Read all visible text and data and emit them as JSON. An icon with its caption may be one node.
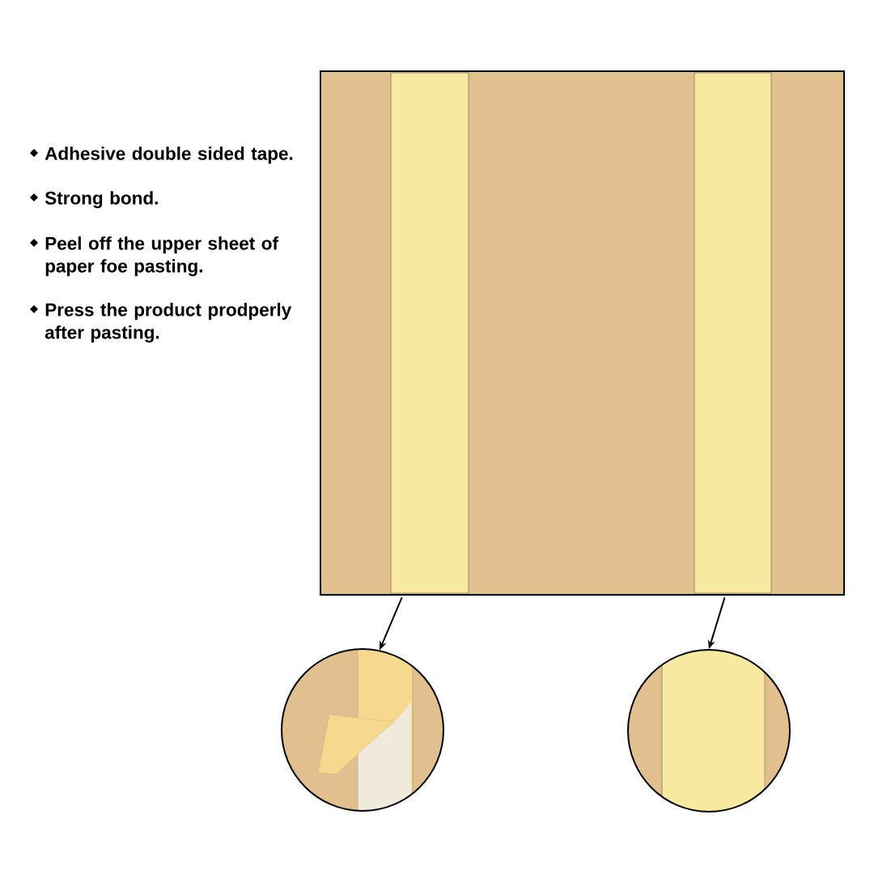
{
  "diagram": {
    "nodes": [
      {
        "text": [],
        "shape": "picture"
      },
      {
        "text": [],
        "shape": "bar",
        "in": 0
      },
      {
        "text": [],
        "shape": "bar",
        "in": 0
      },
      {
        "text": [],
        "shape": "picture"
      },
      {
        "text": [],
        "shape": "picture"
      }
    ],
    "edges": [
      {
        "from": 1,
        "to": 3,
        "arrow": "to"
      },
      {
        "from": 2,
        "to": 4,
        "arrow": "to"
      }
    ],
    "labels": [
      "Adhesive double sided tape.",
      "Strong bond.",
      "Peel off the upper sheet of paper foe pasting.",
      "Press the product prodperly after pasting."
    ]
  }
}
